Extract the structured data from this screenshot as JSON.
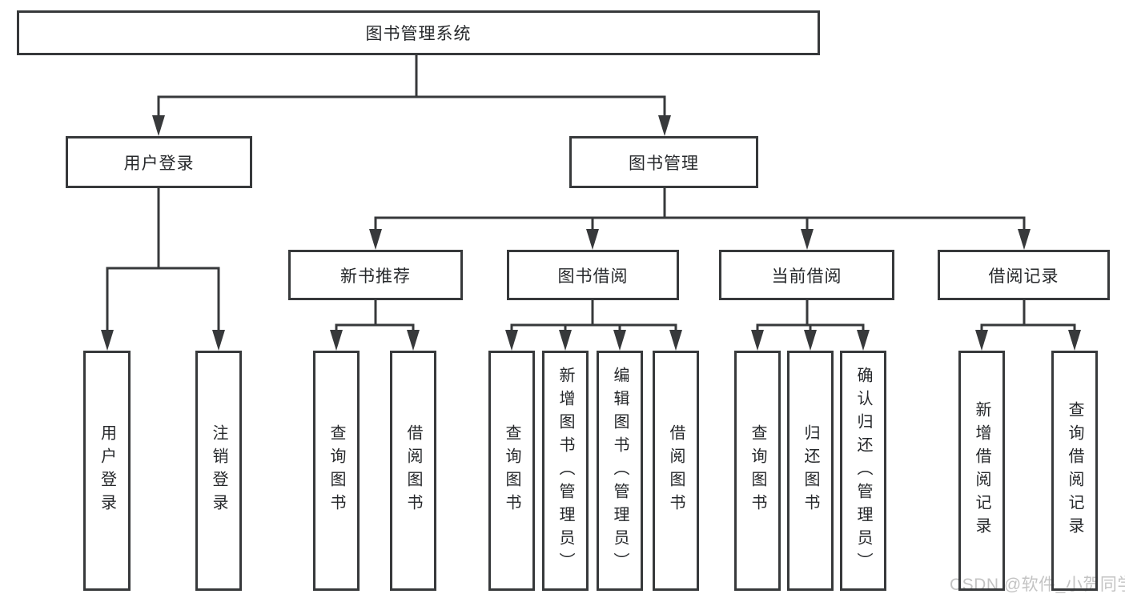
{
  "tree": {
    "root": {
      "label": "图书管理系统"
    },
    "branches": [
      {
        "label": "用户登录",
        "children": [
          {
            "label": "用户登录"
          },
          {
            "label": "注销登录"
          }
        ]
      },
      {
        "label": "图书管理",
        "children": [
          {
            "label": "新书推荐",
            "children": [
              {
                "label": "查询图书"
              },
              {
                "label": "借阅图书"
              }
            ]
          },
          {
            "label": "图书借阅",
            "children": [
              {
                "label": "查询图书"
              },
              {
                "label": "新增图书（管理员）"
              },
              {
                "label": "编辑图书（管理员）"
              },
              {
                "label": "借阅图书"
              }
            ]
          },
          {
            "label": "当前借阅",
            "children": [
              {
                "label": "查询图书"
              },
              {
                "label": "归还图书"
              },
              {
                "label": "确认归还（管理员）"
              }
            ]
          },
          {
            "label": "借阅记录",
            "children": [
              {
                "label": "新增借阅记录"
              },
              {
                "label": "查询借阅记录"
              }
            ]
          }
        ]
      }
    ]
  },
  "watermark": {
    "text": "CSDN @软件_小贺同学"
  },
  "colors": {
    "line": "#37393b",
    "text": "#26282b",
    "watermark": "#c3c3c3",
    "background": "#ffffff"
  }
}
